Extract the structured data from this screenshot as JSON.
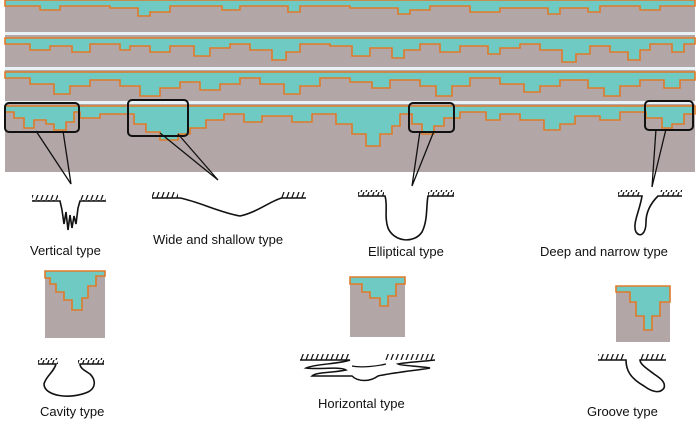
{
  "colors": {
    "matrix": "#b3a6a6",
    "pit_fill": "#6fcac4",
    "edge_orange": "#e07a28",
    "edge_green": "#8bc84a",
    "separator": "#e9f2f6",
    "outline": "#111111"
  },
  "labels": {
    "vertical": "Vertical type",
    "wide_shallow": "Wide and shallow type",
    "elliptical": "Elliptical type",
    "deep_narrow": "Deep and narrow type",
    "cavity": "Cavity type",
    "horizontal": "Horizontal type",
    "groove": "Groove type"
  }
}
